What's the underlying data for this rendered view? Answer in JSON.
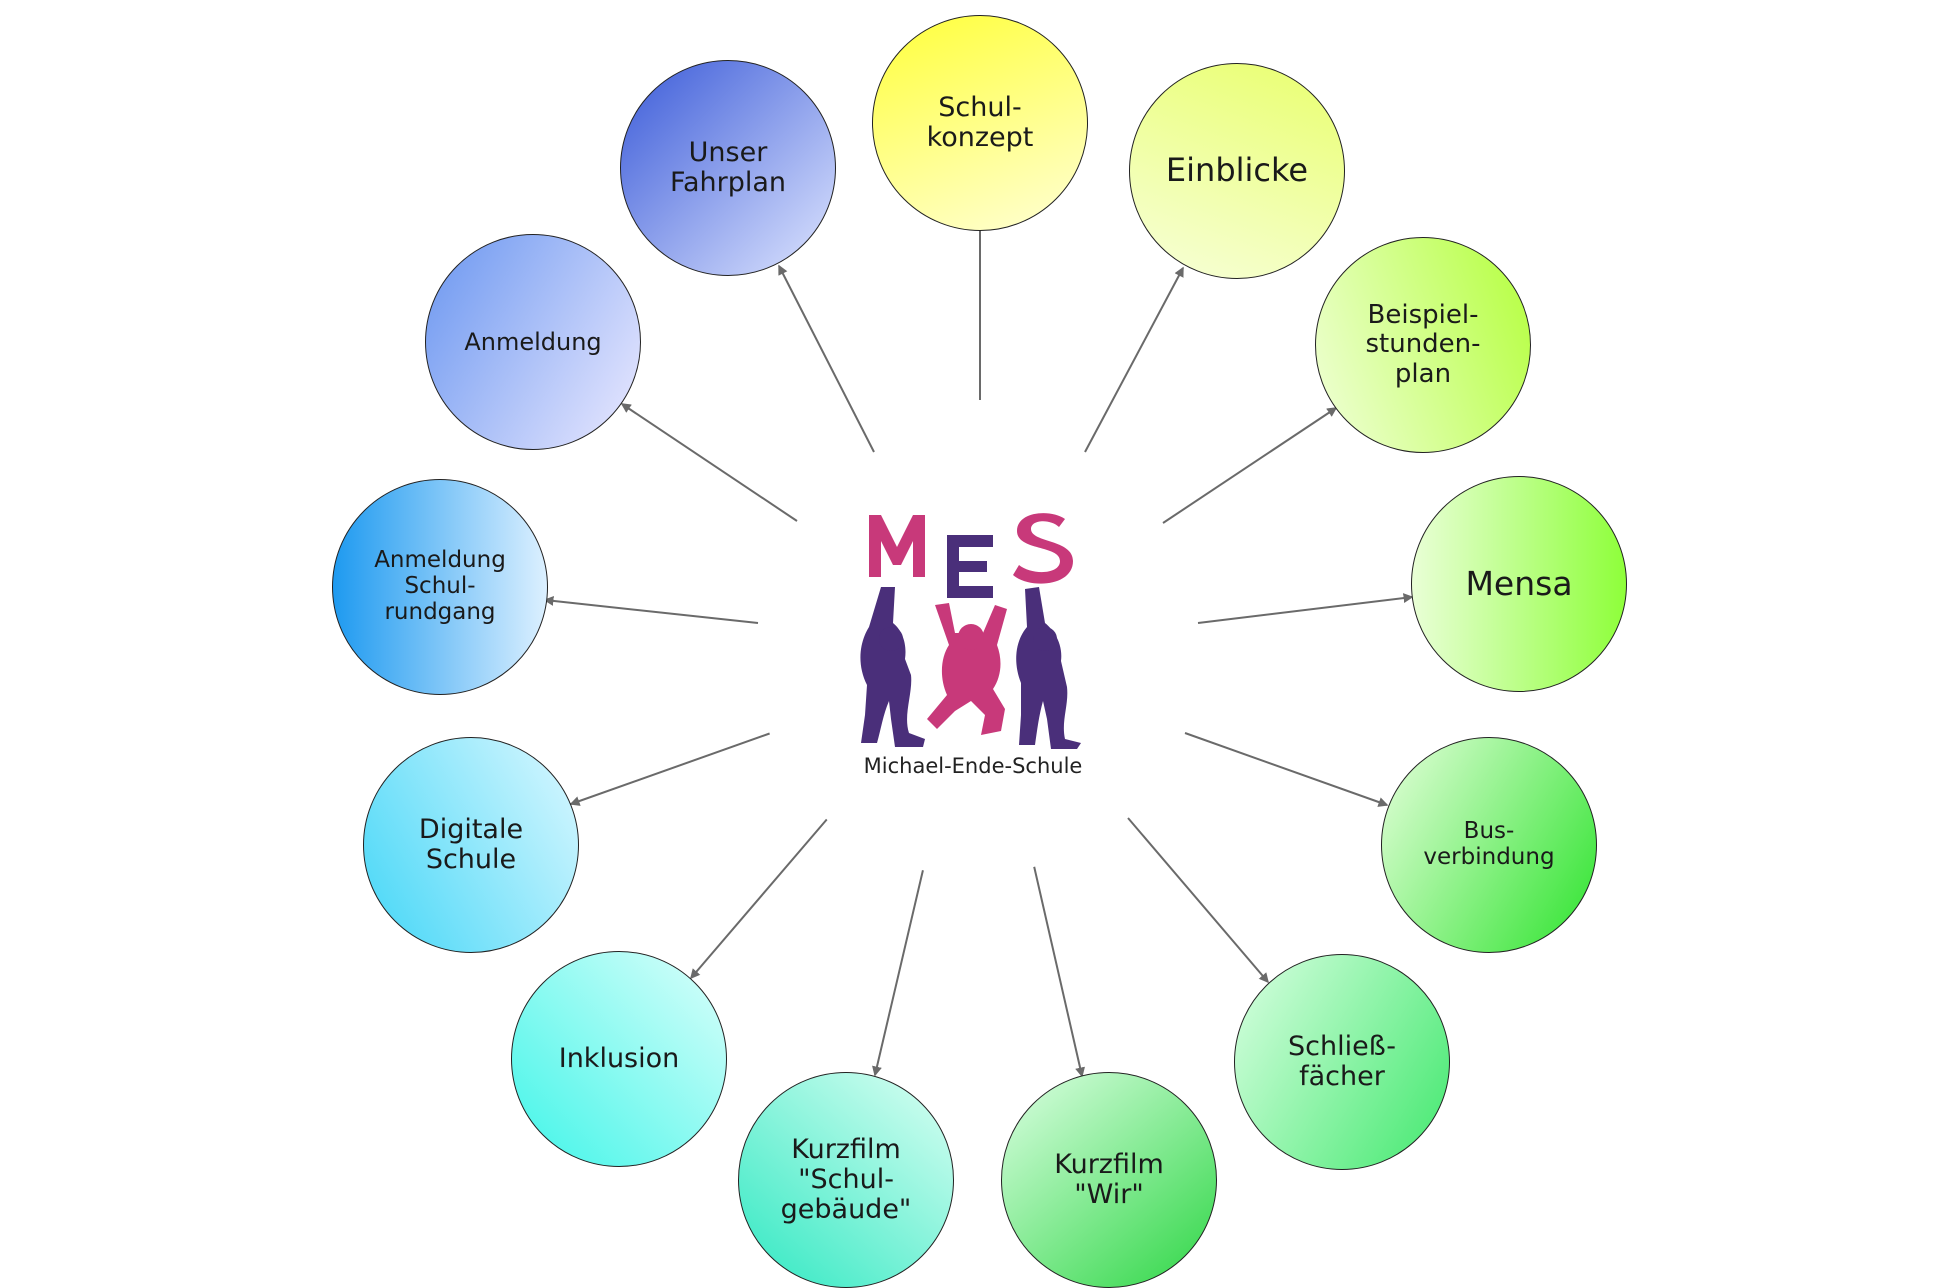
{
  "center": {
    "logo_letters": [
      "M",
      "E",
      "S"
    ],
    "school_name": "Michael-Ende-Schule"
  },
  "colors": {
    "logo_pink": "#c8397a",
    "logo_purple": "#4a2f7a",
    "arrow": "#6a6a6a",
    "circle_border": "#222222"
  },
  "nodes": [
    {
      "id": "schulkonzept",
      "label": "Schul-\nkonzept",
      "colors": [
        "#ffff3a",
        "#ffffd4"
      ]
    },
    {
      "id": "einblicke",
      "label": "Einblicke",
      "colors": [
        "#e9ff6e",
        "#f7ffd9"
      ]
    },
    {
      "id": "beispielstundenplan",
      "label": "Beispiel-\nstunden-\nplan",
      "colors": [
        "#b4ff3c",
        "#f1ffda"
      ]
    },
    {
      "id": "mensa",
      "label": "Mensa",
      "colors": [
        "#8eff3a",
        "#e9ffd6"
      ]
    },
    {
      "id": "busverbindung",
      "label": "Bus-\nverbindung",
      "colors": [
        "#2de32d",
        "#e6ffdc"
      ]
    },
    {
      "id": "schliessfaecher",
      "label": "Schließ-\nfächer",
      "colors": [
        "#42e86e",
        "#d9ffe2"
      ]
    },
    {
      "id": "kurzfilm-wir",
      "label": "Kurzfilm\n\"Wir\"",
      "colors": [
        "#2ed645",
        "#dcffe3"
      ]
    },
    {
      "id": "kurzfilm-schulgebaeude",
      "label": "Kurzfilm\n\"Schul-\ngebäude\"",
      "colors": [
        "#2fe8c2",
        "#dcfff3"
      ]
    },
    {
      "id": "inklusion",
      "label": "Inklusion",
      "colors": [
        "#3ff5e8",
        "#dcfffb"
      ]
    },
    {
      "id": "digitale-schule",
      "label": "Digitale\nSchule",
      "colors": [
        "#42d6f7",
        "#dcf8ff"
      ]
    },
    {
      "id": "anmeldung-schulrundgang",
      "label": "Anmeldung\nSchul-\nrundgang",
      "colors": [
        "#1e9af0",
        "#dcf0ff"
      ]
    },
    {
      "id": "anmeldung",
      "label": "Anmeldung",
      "colors": [
        "#6a96f0",
        "#eceaff"
      ]
    },
    {
      "id": "unser-fahrplan",
      "label": "Unser\nFahrplan",
      "colors": [
        "#3a5ad8",
        "#dfe6ff"
      ]
    }
  ]
}
